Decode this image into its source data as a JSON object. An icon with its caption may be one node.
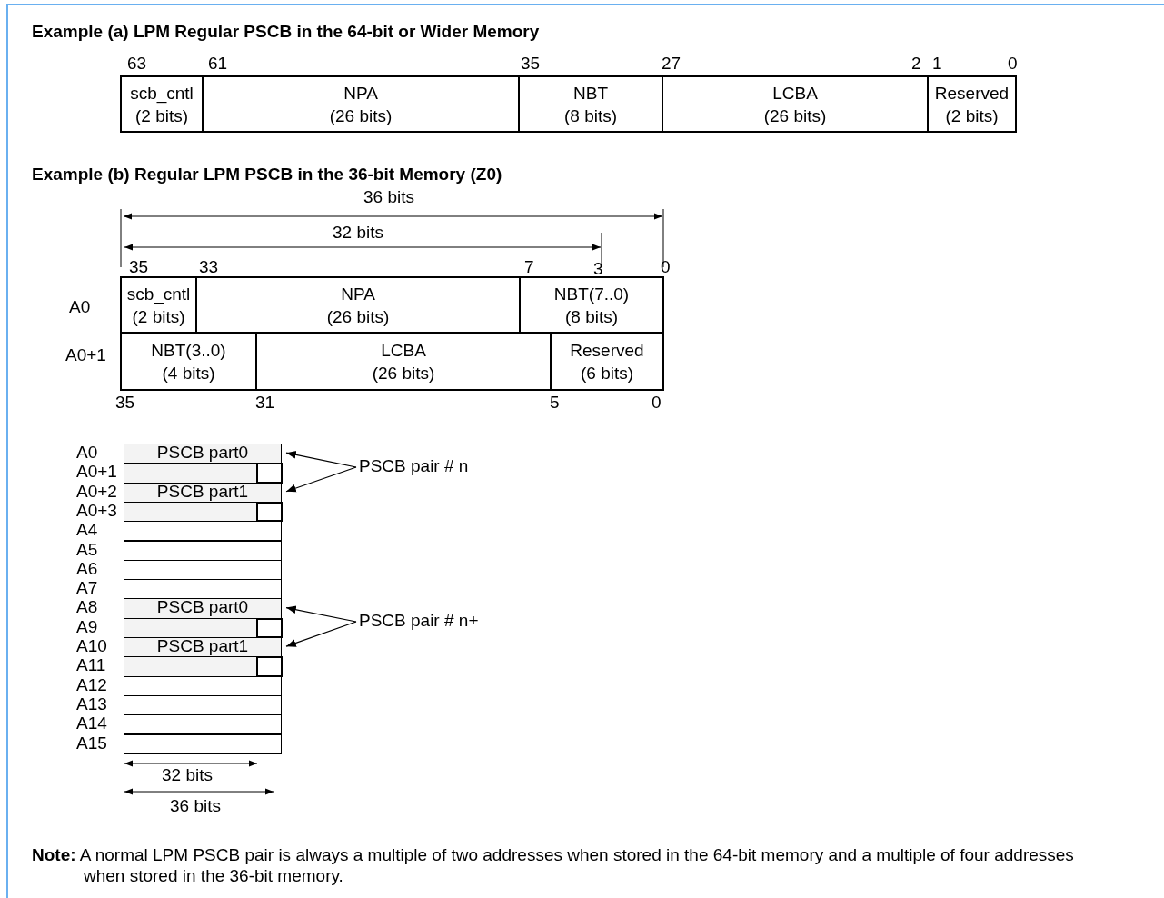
{
  "diagram": {
    "nodes": [
      {
        "text": [
          "scb_cntl",
          "(2 bits)"
        ]
      },
      {
        "text": [
          "NPA",
          "(26 bits)"
        ]
      },
      {
        "text": [
          "NBT",
          "(8 bits)"
        ]
      },
      {
        "text": [
          "LCBA",
          "(26 bits)"
        ]
      },
      {
        "text": [
          "Reserved",
          "(2 bits)"
        ]
      },
      {
        "text": [
          "scb_cntl",
          "(2 bits)"
        ]
      },
      {
        "text": [
          "NPA",
          "(26 bits)"
        ]
      },
      {
        "text": [
          "NBT(7..0)",
          "(8 bits)"
        ]
      },
      {
        "text": [
          "NBT(3..0)",
          "(4 bits)"
        ]
      },
      {
        "text": [
          "LCBA",
          "(26 bits)"
        ]
      },
      {
        "text": [
          "Reserved",
          "(6 bits)"
        ]
      },
      {
        "text": [
          "PSCB part0"
        ]
      },
      {
        "text": [],
        "shape": "box"
      },
      {
        "text": [
          "PSCB part1"
        ]
      },
      {
        "text": [],
        "shape": "box"
      },
      {
        "text": [],
        "shape": "box"
      },
      {
        "text": [],
        "shape": "box"
      },
      {
        "text": [],
        "shape": "box"
      },
      {
        "text": [],
        "shape": "box"
      },
      {
        "text": [
          "PSCB part0"
        ]
      },
      {
        "text": [],
        "shape": "box"
      },
      {
        "text": [
          "PSCB part1"
        ]
      },
      {
        "text": [],
        "shape": "box"
      },
      {
        "text": [],
        "shape": "box"
      },
      {
        "text": [],
        "shape": "box"
      },
      {
        "text": [],
        "shape": "box"
      },
      {
        "text": [],
        "shape": "box"
      },
      {
        "text": [],
        "shape": "box",
        "in": 12
      },
      {
        "text": [],
        "shape": "box",
        "in": 14
      },
      {
        "text": [],
        "shape": "box",
        "in": 20
      },
      {
        "text": [],
        "shape": "box",
        "in": 22
      },
      {
        "text": [
          "PSCB pair # n"
        ]
      },
      {
        "text": [
          "PSCB pair # n+"
        ]
      }
    ],
    "edges": [
      {
        "from": 31,
        "to": 11,
        "arrow": "to"
      },
      {
        "from": 31,
        "to": 13,
        "arrow": "to"
      },
      {
        "from": 32,
        "to": 19,
        "arrow": "to"
      },
      {
        "from": 32,
        "to": 21,
        "arrow": "to"
      }
    ],
    "labels": [
      "Example (a) LPM Regular PSCB in the 64-bit or Wider Memory",
      "63",
      "61",
      "35",
      "27",
      "2",
      "1",
      "0",
      "Example (b) Regular LPM PSCB in the 36-bit Memory (Z0)",
      "36 bits",
      "32 bits",
      "35",
      "33",
      "7",
      "3",
      "0",
      "A0",
      "A0+1",
      "35",
      "31",
      "5",
      "0",
      "A0",
      "A0+1",
      "A0+2",
      "A0+3",
      "A4",
      "A5",
      "A6",
      "A7",
      "A8",
      "A9",
      "A10",
      "A11",
      "A12",
      "A13",
      "A14",
      "A15",
      "32 bits",
      "36 bits",
      "**Note:** A normal LPM PSCB pair is always a multiple of two addresses when stored in the 64-bit memory and a multiple of four addresses when stored in the 36-bit memory."
    ]
  }
}
